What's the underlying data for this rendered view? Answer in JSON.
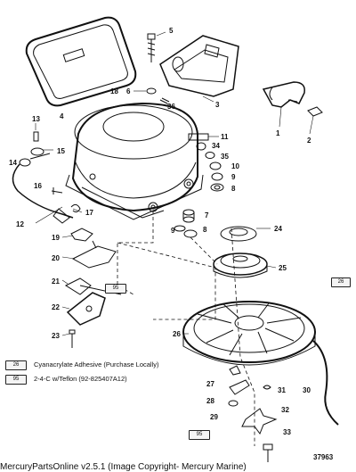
{
  "callouts": {
    "c1": "1",
    "c2": "2",
    "c3": "3",
    "c4": "4",
    "c5": "5",
    "c6": "6",
    "c7": "7",
    "c8a": "8",
    "c8b": "8",
    "c9a": "9",
    "c9b": "9",
    "c10": "10",
    "c11": "11",
    "c12": "12",
    "c13": "13",
    "c14": "14",
    "c15": "15",
    "c16": "16",
    "c17": "17",
    "c18": "18",
    "c19": "19",
    "c20": "20",
    "c21": "21",
    "c22": "22",
    "c23": "23",
    "c24": "24",
    "c25": "25",
    "c26": "26",
    "c27": "27",
    "c28": "28",
    "c29": "29",
    "c30": "30",
    "c31": "31",
    "c32": "32",
    "c33": "33",
    "c34": "34",
    "c35": "35",
    "c36": "36"
  },
  "legend": [
    {
      "code": "26",
      "text": "Cyanacrylate Adhesive (Purchase Locally)"
    },
    {
      "code": "95",
      "text": "2-4-C w/Teflon (92-825407A12)"
    }
  ],
  "tubes": {
    "t1": "26",
    "t2": "95",
    "t3": "95"
  },
  "figure_number": "37963",
  "caption": "MercuryPartsOnline v2.5.1 (Image Copyright- Mercury Marine)"
}
